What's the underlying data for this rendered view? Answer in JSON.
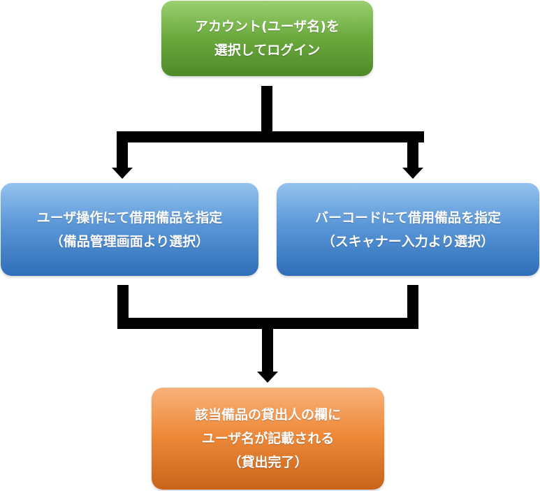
{
  "diagram": {
    "login": {
      "line1": "アカウント(ユーザ名)を",
      "line2": "選択してログイン"
    },
    "manual_select": {
      "line1": "ユーザ操作にて借用備品を指定",
      "line2": "（備品管理画面より選択）"
    },
    "barcode_select": {
      "line1": "バーコードにて借用備品を指定",
      "line2": "（スキャナー入力より選択）"
    },
    "result": {
      "line1": "該当備品の貸出人の欄に",
      "line2": "ユーザ名が記載される",
      "line3": "（貸出完了）"
    },
    "colors": {
      "login_fill": "#6aa83c",
      "select_fill": "#5b97d8",
      "result_fill": "#ef8a3a",
      "connector": "#000000",
      "text": "#ffffff"
    }
  }
}
